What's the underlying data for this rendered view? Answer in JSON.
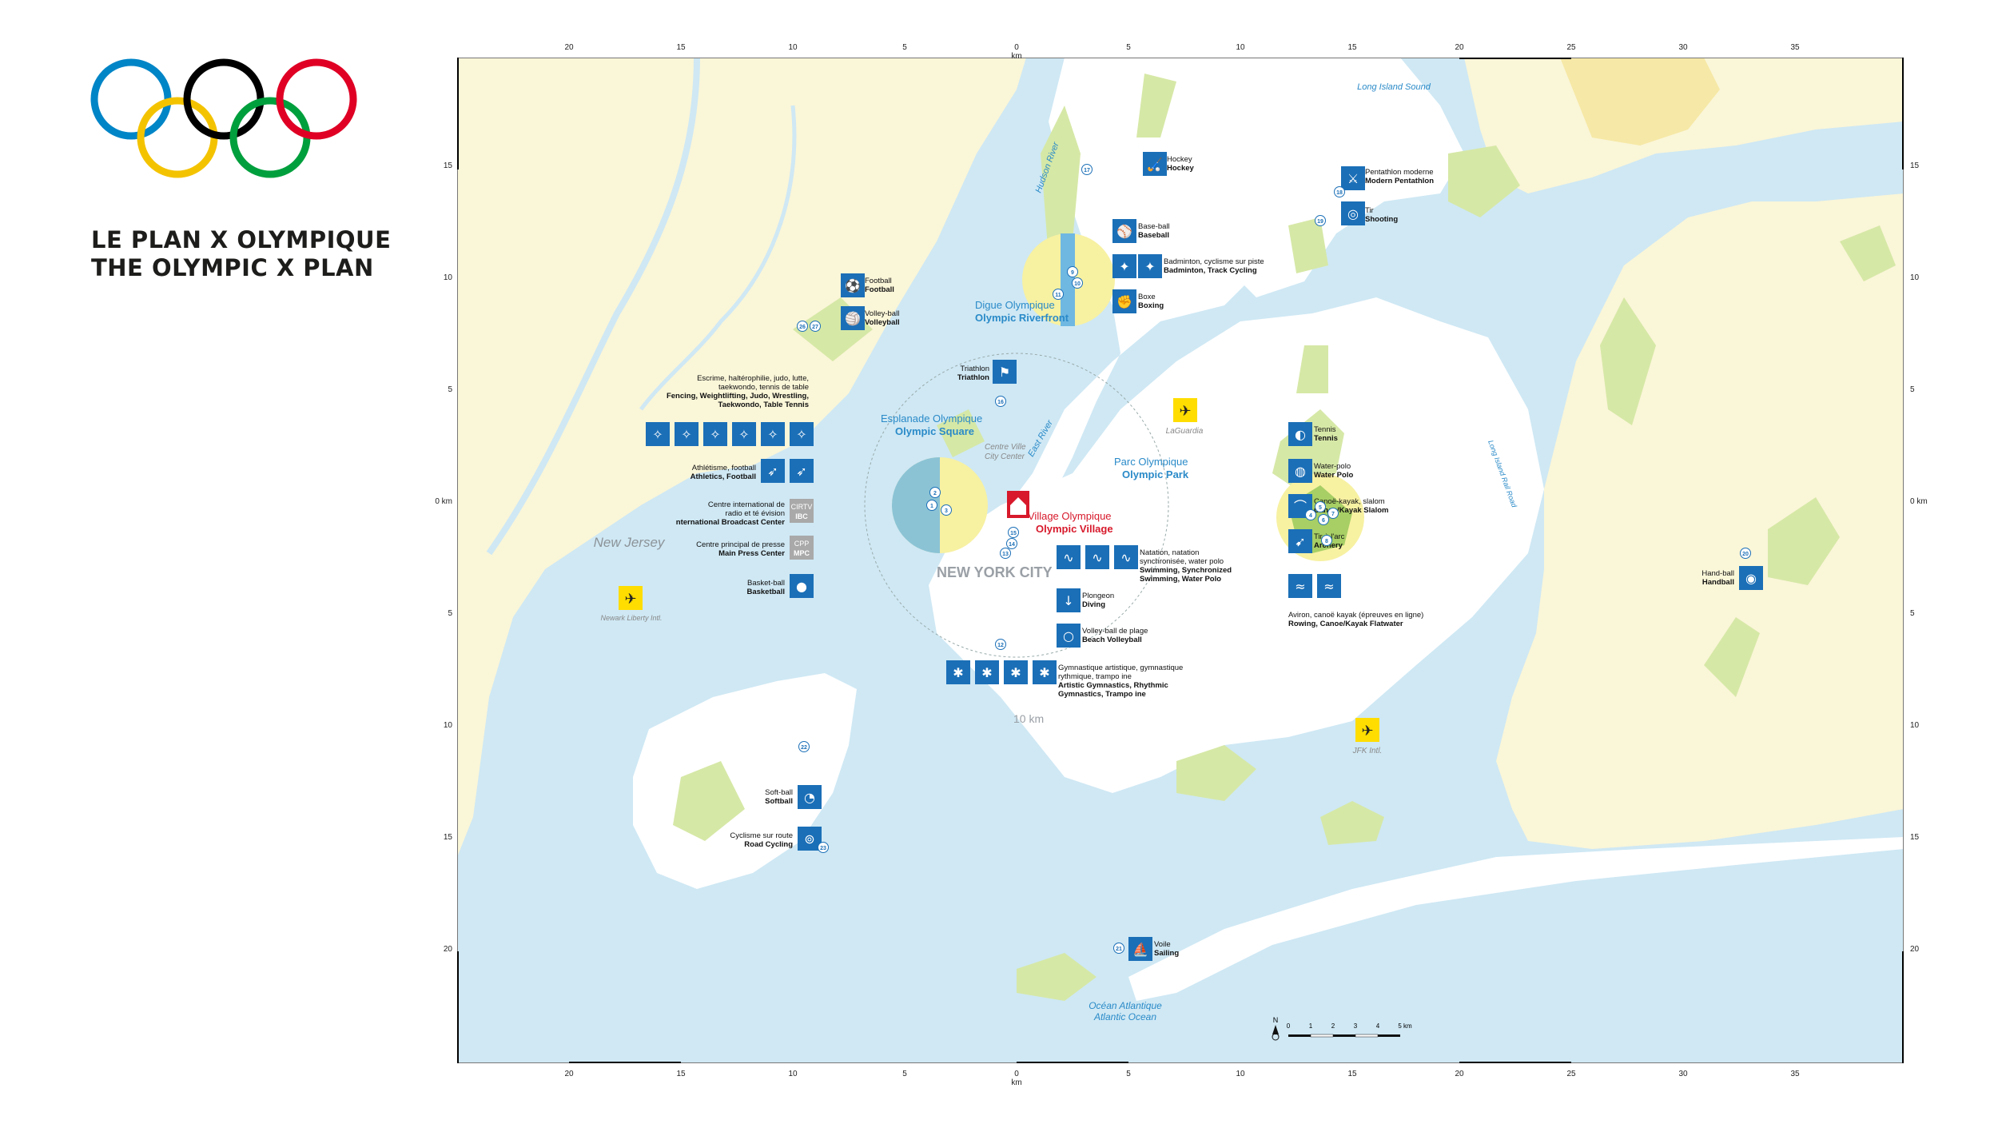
{
  "page": {
    "title_fr": "LE PLAN X OLYMPIQUE",
    "title_en": "THE OLYMPIC X PLAN",
    "ring_colors": [
      "#0085c7",
      "#f4c300",
      "#000000",
      "#009f3d",
      "#df0024"
    ]
  },
  "colors": {
    "water": "#cfe8f4",
    "land": "#faf6d8",
    "park": "#d6e8a6",
    "city": "#ffffff",
    "pictogram": "#1b6fb7",
    "village_red": "#d7192b",
    "airport": "#ffdd00"
  },
  "grid": {
    "x_ticks": [
      "20",
      "15",
      "10",
      "5",
      "0 km",
      "5",
      "10",
      "15",
      "20",
      "25",
      "30",
      "35"
    ],
    "y_ticks": [
      "15",
      "10",
      "5",
      "0 km",
      "5",
      "10",
      "15",
      "20"
    ]
  },
  "places": {
    "new_jersey": "New Jersey",
    "new_york_city": "NEW YORK CITY",
    "hudson_river": "Hudson River",
    "east_river": "East River",
    "long_island_sound": "Long Island Sound",
    "long_island_rail": "Long Island Rail Road",
    "ocean_fr": "Océan Atlantique",
    "ocean_en": "Atlantic Ocean",
    "city_center_fr": "Centre Ville",
    "city_center_en": "City Center",
    "ten_km": "10 km"
  },
  "airports": [
    {
      "name": "Newark Liberty Intl."
    },
    {
      "name": "LaGuardia"
    },
    {
      "name": "JFK Intl."
    }
  ],
  "hubs": {
    "riverfront": {
      "fr": "Digue Olympique",
      "en": "Olympic Riverfront"
    },
    "square": {
      "fr": "Esplanade Olympique",
      "en": "Olympic Square"
    },
    "park": {
      "fr": "Parc Olympique",
      "en": "Olympic Park"
    },
    "village": {
      "fr": "Village Olympique",
      "en": "Olympic Village"
    }
  },
  "venues": [
    {
      "fr": "Football",
      "en": "Football",
      "icon": "football-icon"
    },
    {
      "fr": "Volley-ball",
      "en": "Volleyball",
      "icon": "volleyball-icon"
    },
    {
      "fr": "Hockey",
      "en": "Hockey",
      "icon": "hockey-icon"
    },
    {
      "fr": "Pentathlon moderne",
      "en": "Modern Pentathlon",
      "icon": "pentathlon-icon"
    },
    {
      "fr": "Tir",
      "en": "Shooting",
      "icon": "shooting-icon"
    },
    {
      "fr": "Base-ball",
      "en": "Baseball",
      "icon": "baseball-icon"
    },
    {
      "fr": "Badminton, cyclisme sur piste",
      "en": "Badminton, Track Cycling",
      "icon": "badminton-icon"
    },
    {
      "fr": "Boxe",
      "en": "Boxing",
      "icon": "boxing-icon"
    },
    {
      "fr": "Triathlon",
      "en": "Triathlon",
      "icon": "triathlon-icon"
    },
    {
      "fr": "Escrime, haltérophilie, judo, lutte,",
      "fr2": "taekwondo, tennis de table",
      "en": "Fencing, Weightlifting, Judo, Wrestling,",
      "en2": "Taekwondo, Table Tennis",
      "icon": "combat-sports-icon"
    },
    {
      "fr": "Athlétisme, football",
      "en": "Athletics, Football",
      "icon": "athletics-icon"
    },
    {
      "fr": "Centre international de",
      "fr2": "radio et té évision",
      "en": "nternational Broadcast Center",
      "badge": "CIRTV IBC",
      "icon": "broadcast-center-icon"
    },
    {
      "fr": "Centre principal de presse",
      "en": "Main Press Center",
      "badge": "CPP MPC",
      "icon": "press-center-icon"
    },
    {
      "fr": "Basket-ball",
      "en": "Basketball",
      "icon": "basketball-icon"
    },
    {
      "fr": "Tennis",
      "en": "Tennis",
      "icon": "tennis-icon"
    },
    {
      "fr": "Water-polo",
      "en": "Water Polo",
      "icon": "water-polo-icon"
    },
    {
      "fr": "Canoë-kayak, slalom",
      "en": "Canoe/Kayak Slalom",
      "icon": "canoe-slalom-icon"
    },
    {
      "fr": "Tir à l'arc",
      "en": "Archery",
      "icon": "archery-icon"
    },
    {
      "fr": "Aviron, canoë kayak (épreuves en ligne)",
      "en": "Rowing, Canoe/Kayak Flatwater",
      "icon": "rowing-icon"
    },
    {
      "fr": "Natation, natation",
      "fr2": "synchronisée, water polo",
      "en": "Swimming, Synchronized",
      "en2": "Swimming, Water Polo",
      "icon": "swimming-icon"
    },
    {
      "fr": "Plongeon",
      "en": "Diving",
      "icon": "diving-icon"
    },
    {
      "fr": "Volley-ball de plage",
      "en": "Beach Volleyball",
      "icon": "beach-volleyball-icon"
    },
    {
      "fr": "Gymnastique artistique, gymnastique",
      "fr2": "rythmique, trampo ine",
      "en": "Artistic Gymnastics, Rhythmic",
      "en2": "Gymnastics, Trampo ine",
      "icon": "gymnastics-icon"
    },
    {
      "fr": "Hand-ball",
      "en": "Handball",
      "icon": "handball-icon"
    },
    {
      "fr": "Soft-ball",
      "en": "Softball",
      "icon": "softball-icon"
    },
    {
      "fr": "Cyclisme sur route",
      "en": "Road Cycling",
      "icon": "road-cycling-icon"
    },
    {
      "fr": "Voile",
      "en": "Sailing",
      "icon": "sailing-icon"
    }
  ],
  "markers": [
    "1",
    "2",
    "3",
    "4",
    "5",
    "6",
    "7",
    "8",
    "9",
    "10",
    "11",
    "12",
    "13",
    "14",
    "15",
    "16",
    "17",
    "18",
    "19",
    "20",
    "21",
    "22",
    "23",
    "26",
    "27"
  ],
  "scale_bar": {
    "north": "N",
    "labels": [
      "0",
      "1",
      "2",
      "3",
      "4",
      "5 km"
    ]
  }
}
